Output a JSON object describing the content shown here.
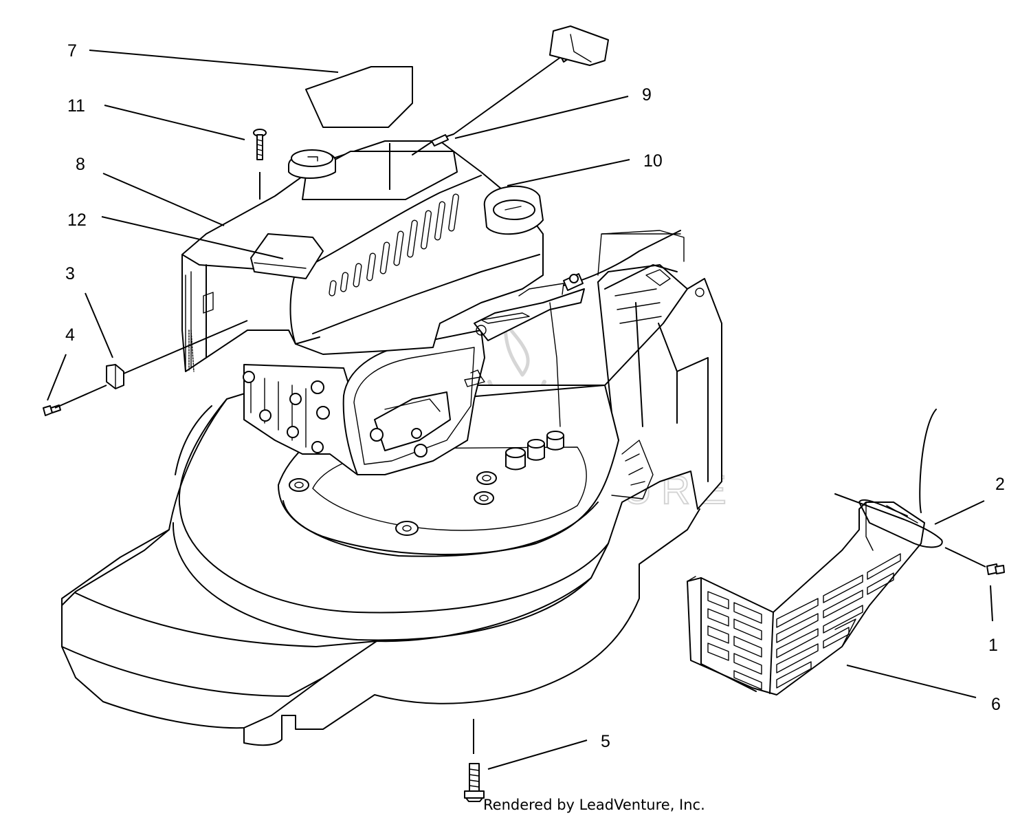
{
  "diagram": {
    "callouts": [
      {
        "id": "7",
        "label": "7"
      },
      {
        "id": "11",
        "label": "11"
      },
      {
        "id": "8",
        "label": "8"
      },
      {
        "id": "12",
        "label": "12"
      },
      {
        "id": "3",
        "label": "3"
      },
      {
        "id": "4",
        "label": "4"
      },
      {
        "id": "9",
        "label": "9"
      },
      {
        "id": "10",
        "label": "10"
      },
      {
        "id": "2",
        "label": "2"
      },
      {
        "id": "1",
        "label": "1"
      },
      {
        "id": "6",
        "label": "6"
      },
      {
        "id": "5",
        "label": "5"
      }
    ],
    "watermark": "LEADVENTURE",
    "footer": "Rendered by LeadVenture, Inc."
  },
  "colors": {
    "line": "#000000",
    "background": "#ffffff",
    "watermark": "#d4d4d4"
  }
}
